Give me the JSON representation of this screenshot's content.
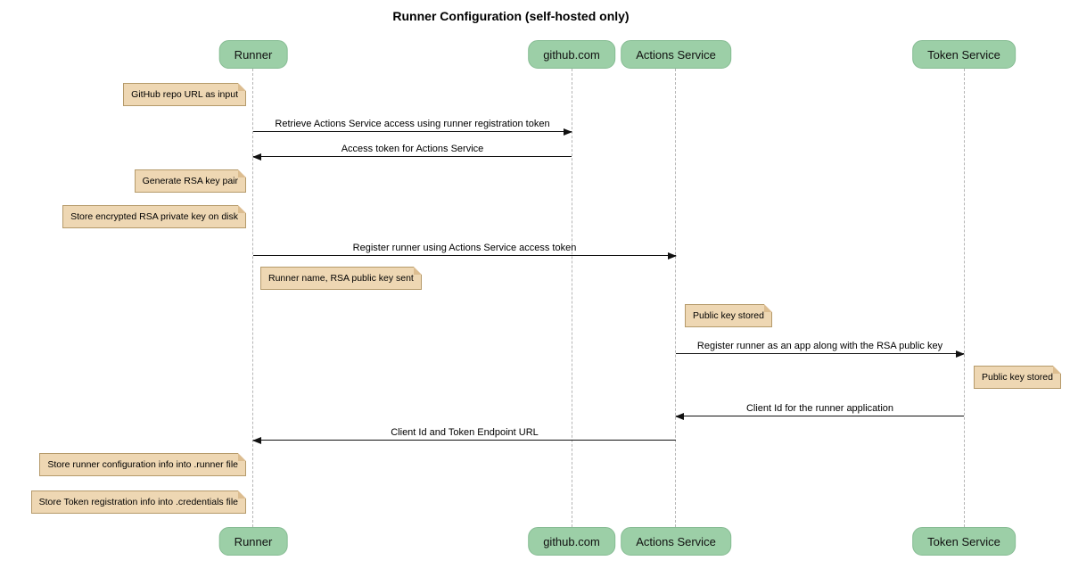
{
  "title": "Runner Configuration (self-hosted only)",
  "participants": [
    {
      "name": "Runner"
    },
    {
      "name": "github.com"
    },
    {
      "name": "Actions Service"
    },
    {
      "name": "Token Service"
    }
  ],
  "messages": [
    {
      "from": "Runner",
      "to": "github.com",
      "label": "Retrieve Actions Service access using runner registration token"
    },
    {
      "from": "github.com",
      "to": "Runner",
      "label": "Access token for Actions Service"
    },
    {
      "from": "Runner",
      "to": "Actions Service",
      "label": "Register runner using Actions Service access token"
    },
    {
      "from": "Actions Service",
      "to": "Token Service",
      "label": "Register runner as an app along with the RSA public key"
    },
    {
      "from": "Token Service",
      "to": "Actions Service",
      "label": "Client Id for the runner application"
    },
    {
      "from": "Actions Service",
      "to": "Runner",
      "label": "Client Id and Token Endpoint URL"
    }
  ],
  "notes": [
    {
      "text": "GitHub repo URL as input",
      "position": "left of Runner"
    },
    {
      "text": "Generate RSA key pair",
      "position": "left of Runner"
    },
    {
      "text": "Store encrypted RSA private key on disk",
      "position": "left of Runner"
    },
    {
      "text": "Runner name, RSA public key sent",
      "position": "right of Runner"
    },
    {
      "text": "Public key stored",
      "position": "right of Actions Service"
    },
    {
      "text": "Public key stored",
      "position": "right of Token Service"
    },
    {
      "text": "Store runner configuration info into .runner file",
      "position": "left of Runner"
    },
    {
      "text": "Store Token registration info into .credentials file",
      "position": "left of Runner"
    }
  ],
  "colors": {
    "participant_fill": "#9ccfa7",
    "participant_border": "#86bc93",
    "note_fill": "#eed7b3",
    "note_border": "#b59a6a",
    "lifeline": "#b5b5b5",
    "arrow": "#111111",
    "background": "#ffffff"
  }
}
